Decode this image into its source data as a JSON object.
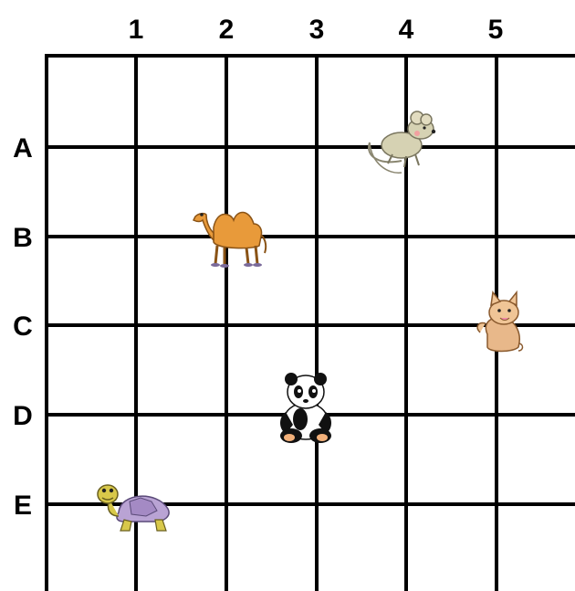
{
  "grid": {
    "columns": [
      "1",
      "2",
      "3",
      "4",
      "5"
    ],
    "rows": [
      "A",
      "B",
      "C",
      "D",
      "E"
    ]
  },
  "animals": [
    {
      "name": "mouse",
      "col": "4",
      "row": "A"
    },
    {
      "name": "camel",
      "col": "2",
      "row": "B"
    },
    {
      "name": "cat",
      "col": "5",
      "row": "C"
    },
    {
      "name": "panda",
      "col": "3",
      "row": "D"
    },
    {
      "name": "turtle",
      "col": "1",
      "row": "E"
    }
  ]
}
